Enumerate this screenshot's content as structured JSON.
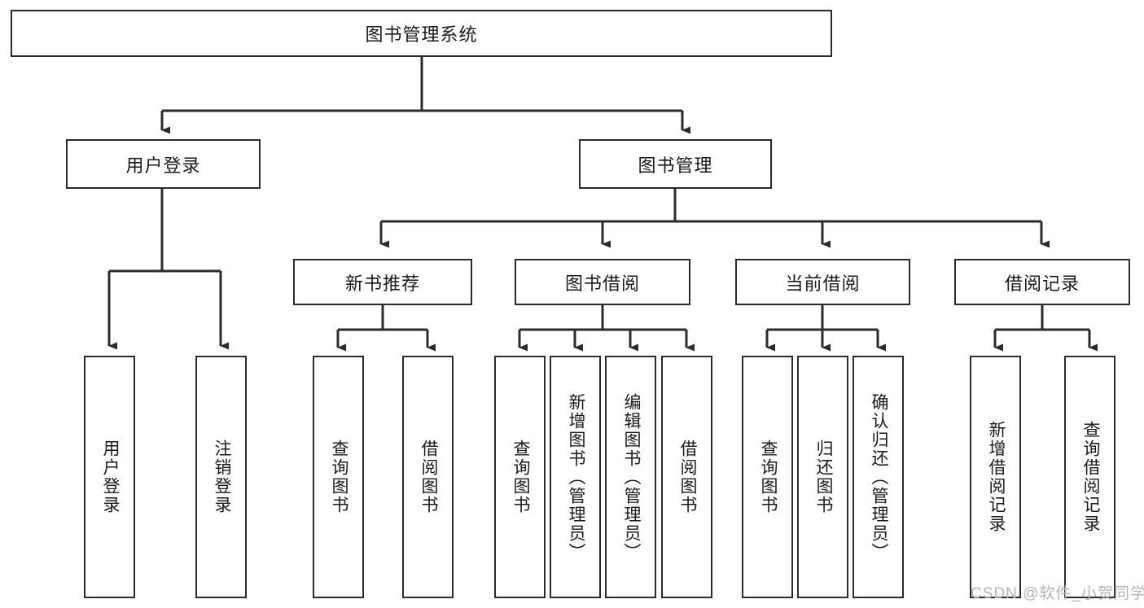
{
  "diagram": {
    "type": "tree-hierarchy",
    "title": "图书管理系统",
    "watermark": "CSDN @软件_小贺同学",
    "colors": {
      "stroke": "#2b2b2b",
      "fill": "#ffffff",
      "text": "#1a1a1a",
      "watermark": "#b4b4b4"
    },
    "nodes": {
      "root": {
        "label": "图书管理系统",
        "orientation": "horizontal"
      },
      "level2": [
        {
          "id": "user-login",
          "label": "用户登录",
          "orientation": "horizontal"
        },
        {
          "id": "book-manage",
          "label": "图书管理",
          "orientation": "horizontal"
        }
      ],
      "level3": [
        {
          "id": "new-book-rec",
          "label": "新书推荐",
          "orientation": "horizontal"
        },
        {
          "id": "book-borrow",
          "label": "图书借阅",
          "orientation": "horizontal"
        },
        {
          "id": "current-borrow",
          "label": "当前借阅",
          "orientation": "horizontal"
        },
        {
          "id": "borrow-record",
          "label": "借阅记录",
          "orientation": "horizontal"
        }
      ],
      "leaves": {
        "user-login": [
          {
            "id": "leaf-user-login",
            "label": "用户登录"
          },
          {
            "id": "leaf-user-logout",
            "label": "注销登录"
          }
        ],
        "new-book-rec": [
          {
            "id": "leaf-query-book-1",
            "label": "查询图书"
          },
          {
            "id": "leaf-borrow-book-1",
            "label": "借阅图书"
          }
        ],
        "book-borrow": [
          {
            "id": "leaf-query-book-2",
            "label": "查询图书"
          },
          {
            "id": "leaf-add-book",
            "label": "新增图书（管理员）"
          },
          {
            "id": "leaf-edit-book",
            "label": "编辑图书（管理员）"
          },
          {
            "id": "leaf-borrow-book-2",
            "label": "借阅图书"
          }
        ],
        "current-borrow": [
          {
            "id": "leaf-query-book-3",
            "label": "查询图书"
          },
          {
            "id": "leaf-return-book",
            "label": "归还图书"
          },
          {
            "id": "leaf-confirm-return",
            "label": "确认归还（管理员）"
          }
        ],
        "borrow-record": [
          {
            "id": "leaf-add-record",
            "label": "新增借阅记录"
          },
          {
            "id": "leaf-query-record",
            "label": "查询借阅记录"
          }
        ]
      }
    }
  }
}
